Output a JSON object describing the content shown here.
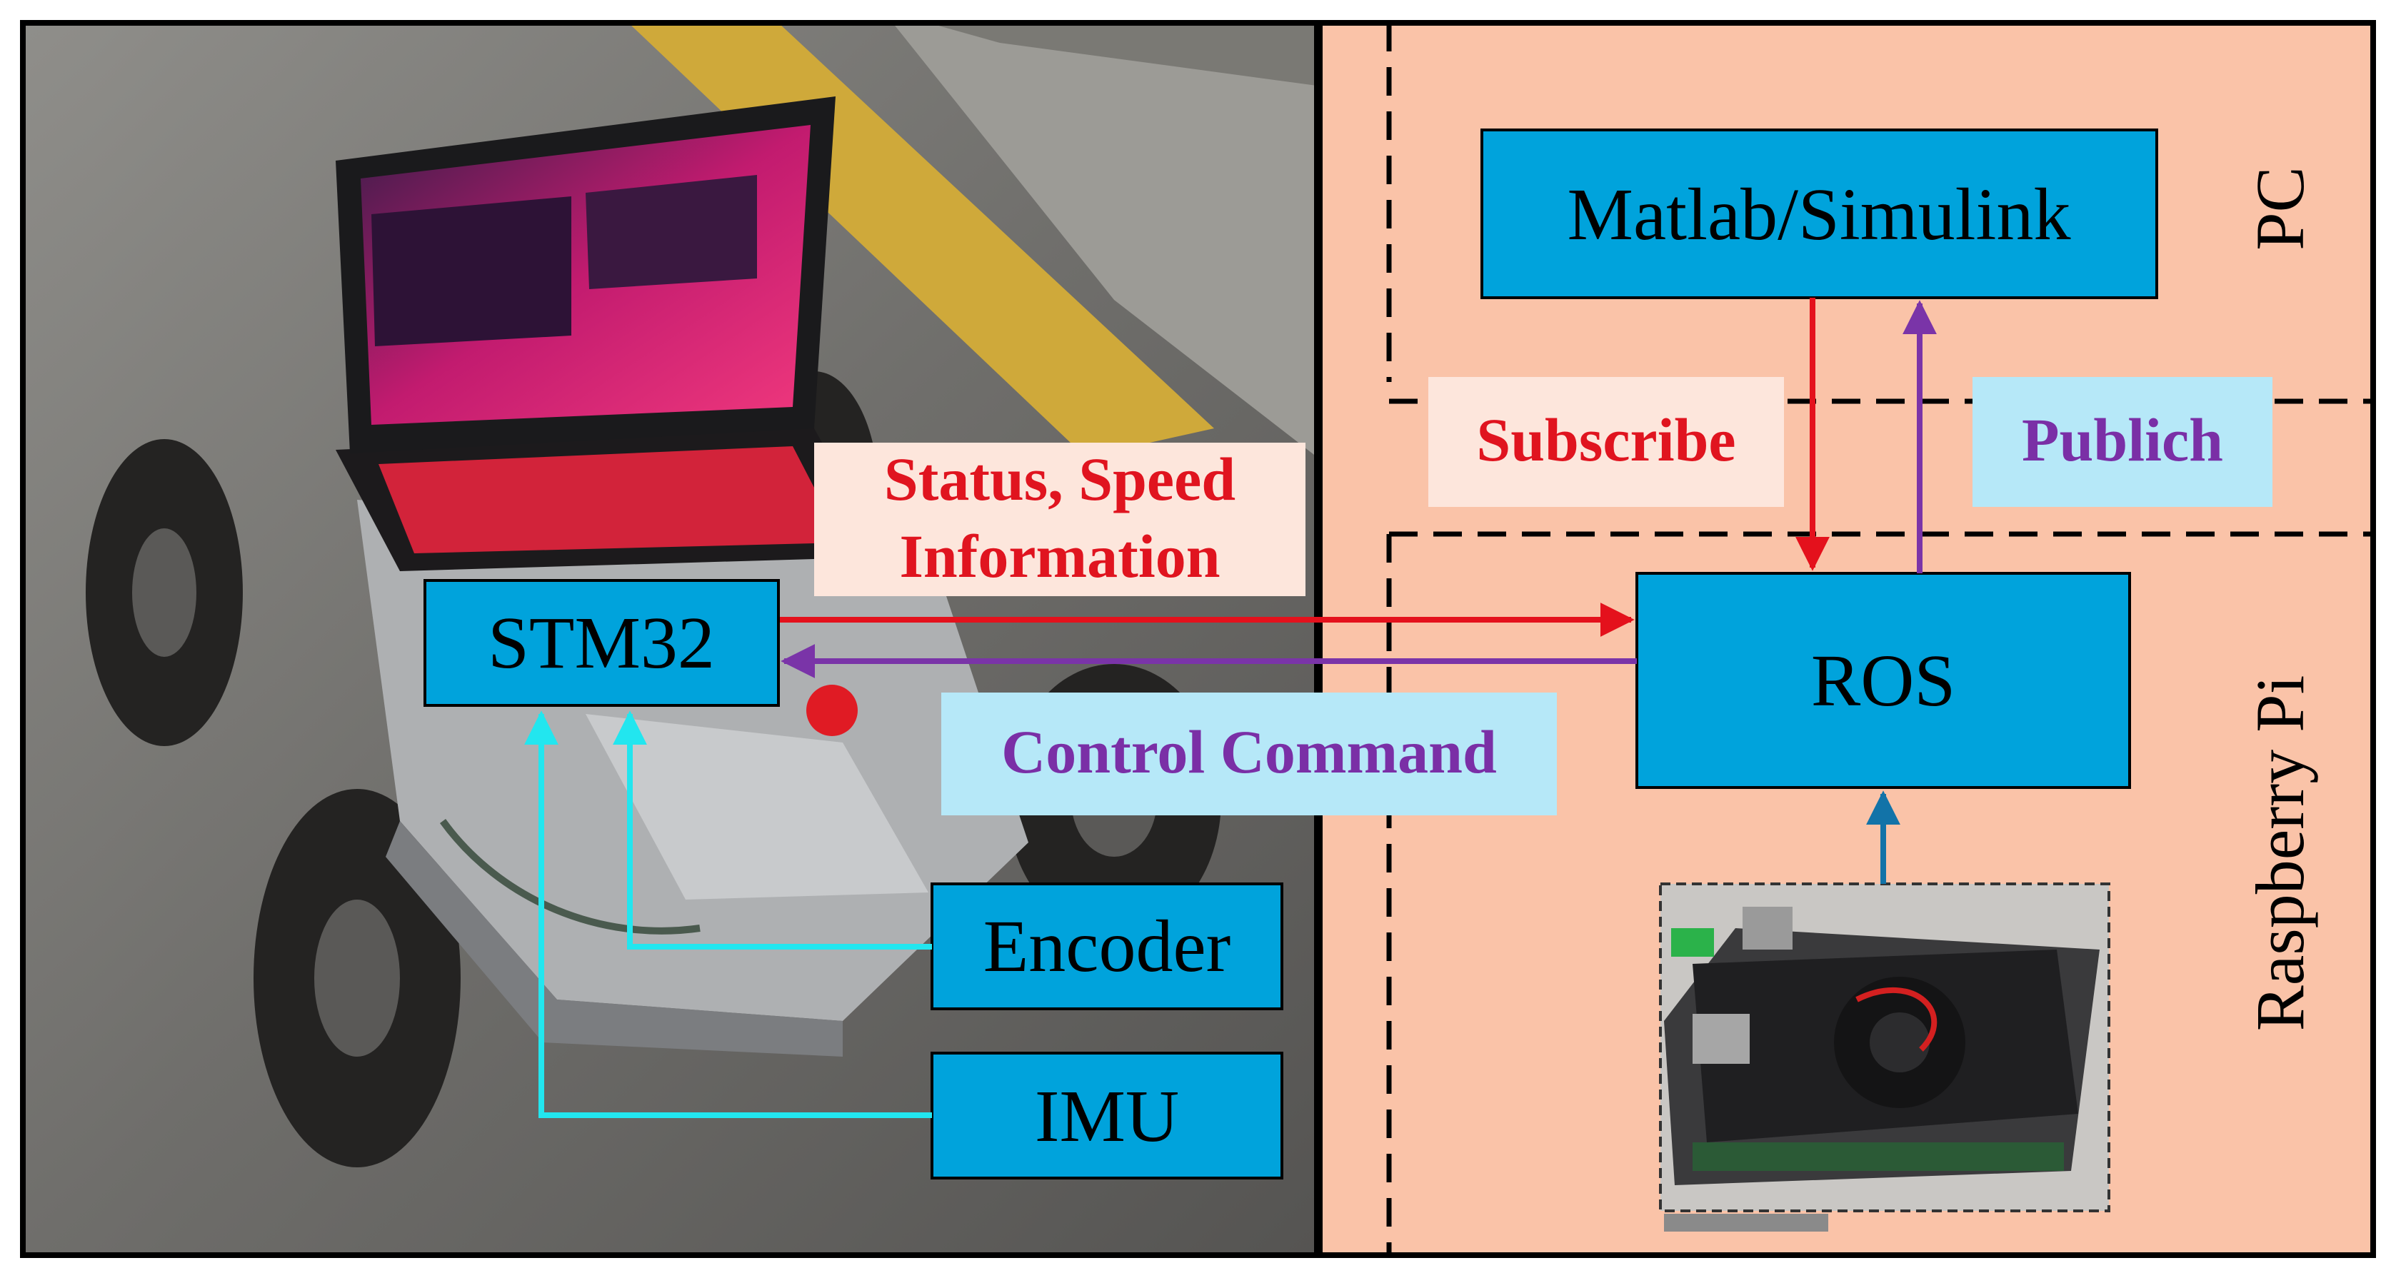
{
  "colors": {
    "panel_bg": "#fac3a8",
    "box_fill": "#00a3dc",
    "cyan_arrow": "#22e6ef",
    "red_arrow": "#e4111c",
    "purple_arrow": "#7a34a8",
    "teal_arrow": "#1273a8",
    "pink_label_bg": "#fde6dc",
    "cyan_label_bg": "#b6e8f8"
  },
  "boxes": {
    "stm32": "STM32",
    "encoder": "Encoder",
    "imu": "IMU",
    "matlab": "Matlab/Simulink",
    "ros": "ROS"
  },
  "labels": {
    "status_line1": "Status, Speed",
    "status_line2": "Information",
    "control_command": "Control Command",
    "subscribe": "Subscribe",
    "publich": "Publich"
  },
  "regions": {
    "pc": "PC",
    "raspberry_pi": "Raspberry Pi"
  },
  "images": {
    "robot_photo": "robot-car-photo",
    "raspberry_photo": "raspberry-pi-photo"
  }
}
